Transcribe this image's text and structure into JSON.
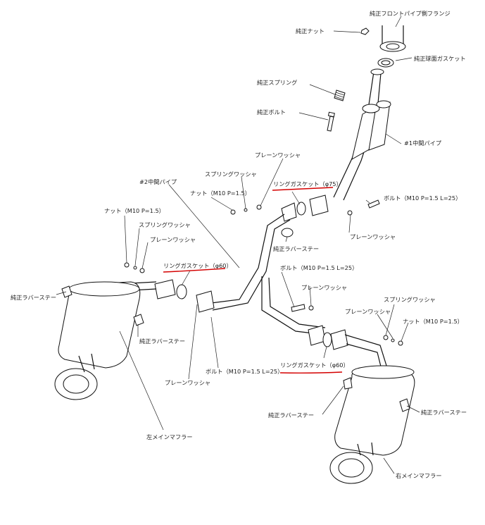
{
  "labels": {
    "front_flange": "純正フロントパイプ側フランジ",
    "oem_nut": "純正ナット",
    "oem_spherical_gasket": "純正球面ガスケット",
    "oem_spring": "純正スプリング",
    "oem_bolt": "純正ボルト",
    "mid_pipe_1": "#1中間パイプ",
    "plain_washer_top": "プレーンワッシャ",
    "spring_washer_top": "スプリングワッシャ",
    "mid_pipe_2": "#2中間パイプ",
    "ring_gasket_75": "リングガスケット（φ75）",
    "nut_top": "ナット（M10 P=1.5）",
    "bolt_right_top": "ボルト（M10 P=1.5 L=25）",
    "plain_washer_right_top": "プレーンワッシャ",
    "nut_left": "ナット（M10 P=1.5）",
    "spring_washer_left": "スプリングワッシャ",
    "plain_washer_left": "プレーンワッシャ",
    "ring_gasket_60_left": "リングガスケット（φ60）",
    "oem_rubber_stay_center": "純正ラバーステー",
    "bolt_center": "ボルト（M10 P=1.5 L=25）",
    "plain_washer_center": "プレーンワッシャ",
    "spring_washer_right": "スプリングワッシャ",
    "plain_washer_right": "プレーンワッシャ",
    "nut_right": "ナット（M10 P=1.5）",
    "oem_rubber_stay_left": "純正ラバーステー",
    "oem_rubber_stay_left2": "純正ラバーステー",
    "ring_gasket_60_right": "リングガスケット（φ60）",
    "bolt_bottom": "ボルト（M10 P=1.5 L=25）",
    "plain_washer_bottom": "プレーンワッシャ",
    "oem_rubber_stay_right_bottom": "純正ラバーステー",
    "oem_rubber_stay_right": "純正ラバーステー",
    "left_main_muffler": "左メインマフラー",
    "right_main_muffler": "右メインマフラー"
  },
  "colors": {
    "highlight": "#d40000",
    "line": "#111111"
  }
}
